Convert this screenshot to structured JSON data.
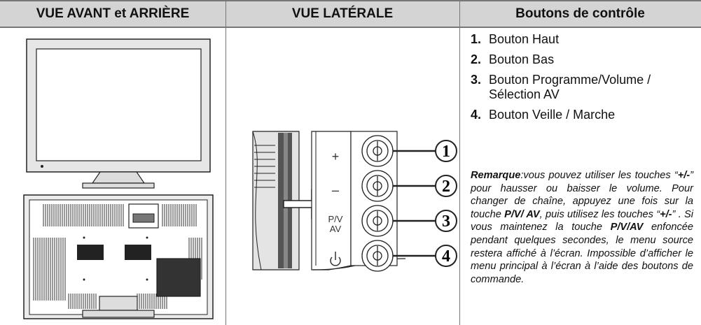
{
  "headers": {
    "front_back": "VUE AVANT et ARRIÈRE",
    "side": "VUE LATÉRALE",
    "controls": "Boutons de contrôle"
  },
  "buttons_list": [
    {
      "num": "1.",
      "text": "Bouton Haut"
    },
    {
      "num": "2.",
      "text": "Bouton Bas"
    },
    {
      "num": "3.",
      "text": "Bouton Programme/Volume / Sélection AV"
    },
    {
      "num": "4.",
      "text": "Bouton Veille / Marche"
    }
  ],
  "remark": {
    "label": "Remarque",
    "p1": ":vous pouvez utiliser les touches “",
    "key_pm": "+/-",
    "p2": "” pour hausser ou baisser le volume. Pour changer de chaîne, appuyez une fois sur la touche ",
    "key_pvav1": "P/V/ AV",
    "p3": ", puis utilisez les touches “",
    "key_pm2": "+/-",
    "p4": "” . Si vous maintenez la touche ",
    "key_pvav2": "P/V/AV",
    "p5": " enfoncée pendant quelques secondes, le menu source restera affiché à l’écran. Impossible d’afficher le menu principal à l’écran à l’aide des boutons de commande."
  },
  "side_panel": {
    "plus": "+",
    "minus": "–",
    "pv": "P/V",
    "av": "AV",
    "callouts": [
      "1",
      "2",
      "3",
      "4"
    ]
  }
}
